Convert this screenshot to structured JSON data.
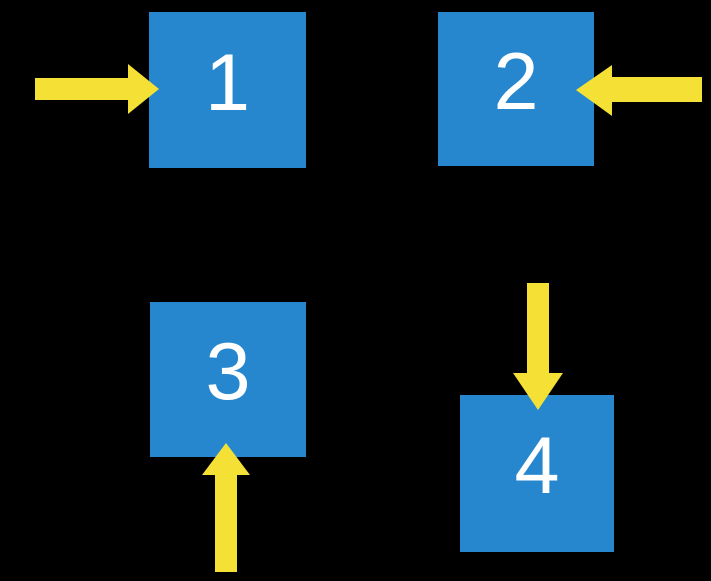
{
  "diagram": {
    "colors": {
      "background": "#000000",
      "square": "#2787CE",
      "arrow": "#F5E136",
      "label": "#FFFFFF"
    },
    "squares": [
      {
        "label": "1",
        "arrow_direction": "right"
      },
      {
        "label": "2",
        "arrow_direction": "left"
      },
      {
        "label": "3",
        "arrow_direction": "up"
      },
      {
        "label": "4",
        "arrow_direction": "down"
      }
    ]
  }
}
